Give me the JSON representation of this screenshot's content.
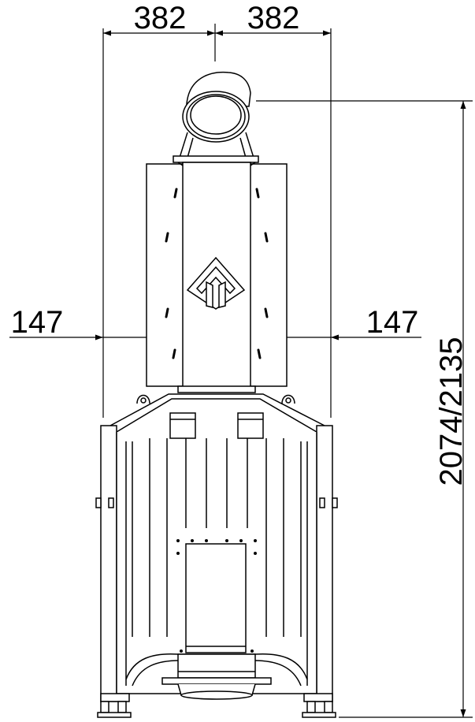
{
  "dimensions": {
    "top_left": "382",
    "top_right": "382",
    "side_left": "147",
    "side_right": "147",
    "height": "2074/2135"
  },
  "colors": {
    "line": "#000000",
    "background": "#ffffff"
  }
}
